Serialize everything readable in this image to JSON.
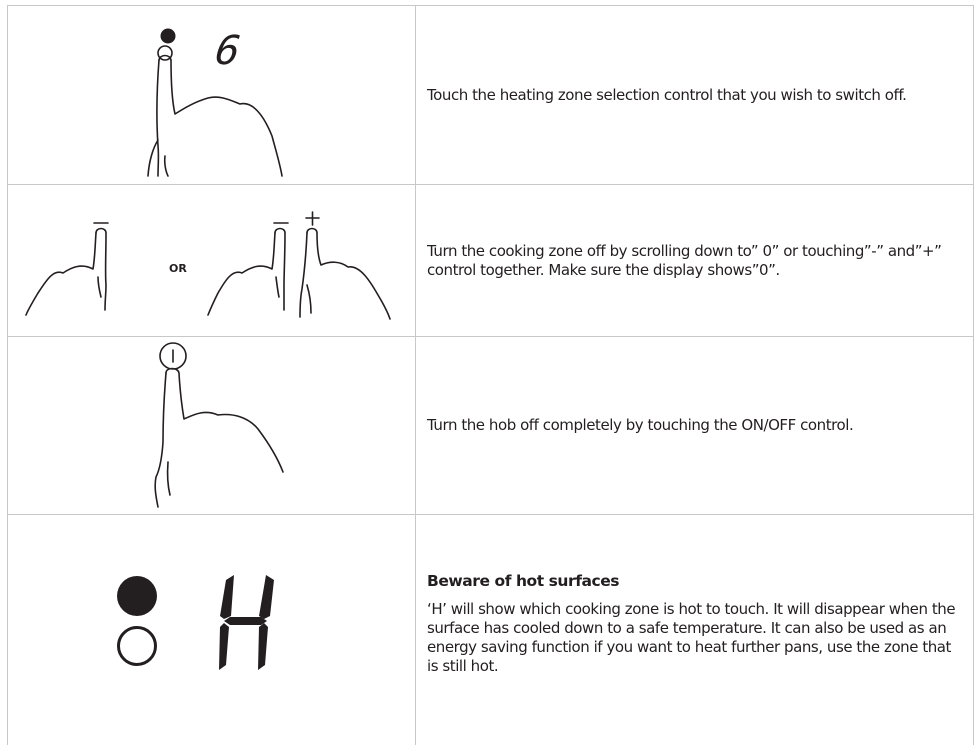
{
  "steps": [
    {
      "figure": "finger-touching-zone-selection-6",
      "display_digit": "6",
      "text": "Touch the heating zone selection control that you wish to switch off."
    },
    {
      "figure": "finger-minus-or-minus-plus",
      "or_label": "OR",
      "minus_symbol": "−",
      "plus_symbol": "+",
      "text": "Turn the cooking zone off by scrolling down to” 0” or touching”-” and”+” control together. Make sure the display shows”0”."
    },
    {
      "figure": "finger-touching-on-off",
      "text": "Turn the hob off completely by touching the ON/OFF control."
    },
    {
      "figure": "hot-indicator-H",
      "display_letter": "H",
      "title": "Beware of hot surfaces",
      "text": "‘H’ will show which cooking zone is hot to touch. It will disappear when the surface has cooled down to a safe temperature. It can also be used as an energy saving function if you want to heat further pans, use the zone that is still hot."
    }
  ]
}
